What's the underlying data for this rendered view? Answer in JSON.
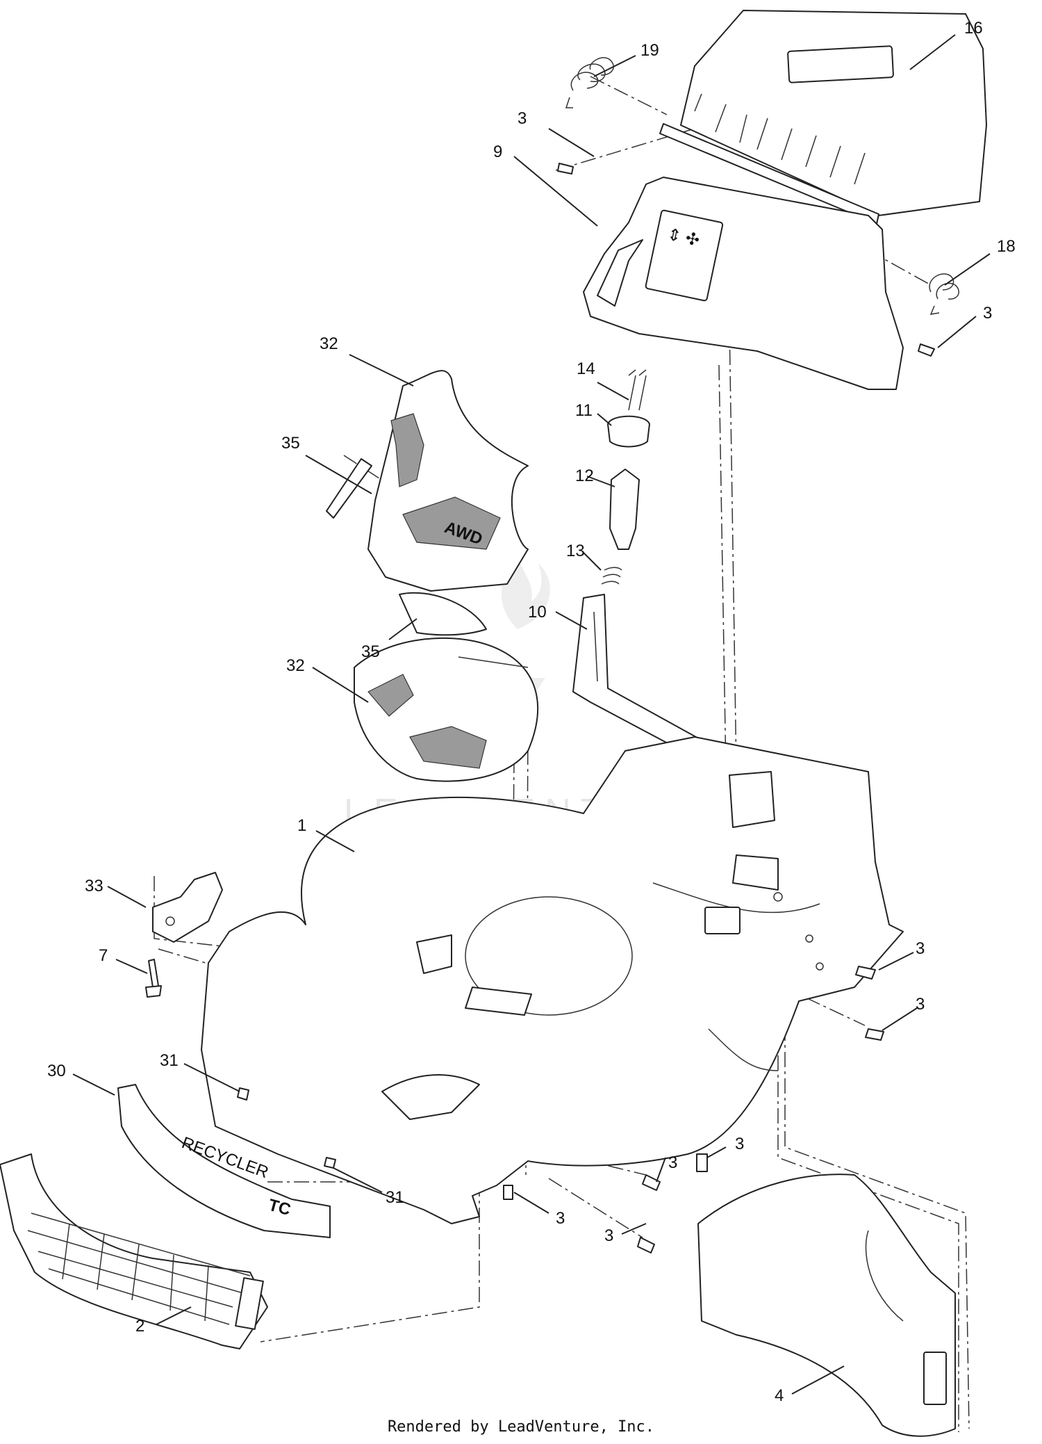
{
  "watermark": "LEADVENTURE",
  "footer": "Rendered by LeadVenture, Inc.",
  "decal_text": {
    "awd_badge": "AWD",
    "bumper_brand": "RECYCLER",
    "bumper_model": "TC"
  },
  "callouts": [
    "16",
    "19",
    "3",
    "9",
    "18",
    "3",
    "32",
    "14",
    "11",
    "35",
    "12",
    "13",
    "10",
    "35",
    "32",
    "1",
    "33",
    "3",
    "7",
    "3",
    "31",
    "30",
    "3",
    "3",
    "31",
    "3",
    "3",
    "2",
    "4"
  ]
}
